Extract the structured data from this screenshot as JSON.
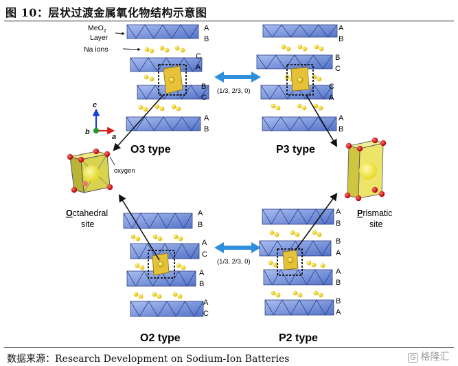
{
  "figure_title": "图 10：层状过渡金属氧化物结构示意图",
  "source": "数据来源：Research Development on Sodium-Ion Batteries",
  "watermark": "格隆汇",
  "watermark_prefix": "G",
  "labels": {
    "meo2_layer_line1": "MeO",
    "meo2_layer_sub": "2",
    "meo2_layer_line2": "Layer",
    "na_ions": "Na ions",
    "oxygen": "oxygen",
    "octahedral_line1_first": "O",
    "octahedral_line1_rest": "ctahedral",
    "octahedral_line2": "site",
    "prismatic_line1_first": "P",
    "prismatic_line1_rest": "rismatic",
    "prismatic_line2": "site",
    "shift_top": "(1/3, 2/3, 0)",
    "shift_bottom": "(1/3, 2/3, 0)",
    "axis_c": "c",
    "axis_b": "b",
    "axis_a": "a"
  },
  "structures": {
    "o3": {
      "name": "O3 type",
      "stacking": [
        "A",
        "B",
        "C",
        "A",
        "B",
        "C",
        "A",
        "B"
      ]
    },
    "p3": {
      "name": "P3 type",
      "stacking": [
        "A",
        "B",
        "B",
        "C",
        "C",
        "A",
        "A",
        "B"
      ]
    },
    "o2": {
      "name": "O2 type",
      "stacking": [
        "A",
        "B",
        "A",
        "C",
        "A",
        "B",
        "A",
        "C"
      ]
    },
    "p2": {
      "name": "P2 type",
      "stacking": [
        "A",
        "B",
        "B",
        "A",
        "A",
        "B",
        "B",
        "A"
      ]
    }
  },
  "colors": {
    "octahedra": "#6f8fd8",
    "octahedra_edge": "#2c3f86",
    "na_ion": "#f2d21a",
    "site_fill": "#e8e06a",
    "oxygen": "#e01515",
    "arrow_blue": "#2f8fdc",
    "axis_c": "#1a3fd6",
    "axis_b": "#1a9a2a",
    "axis_a": "#d81b1b"
  }
}
